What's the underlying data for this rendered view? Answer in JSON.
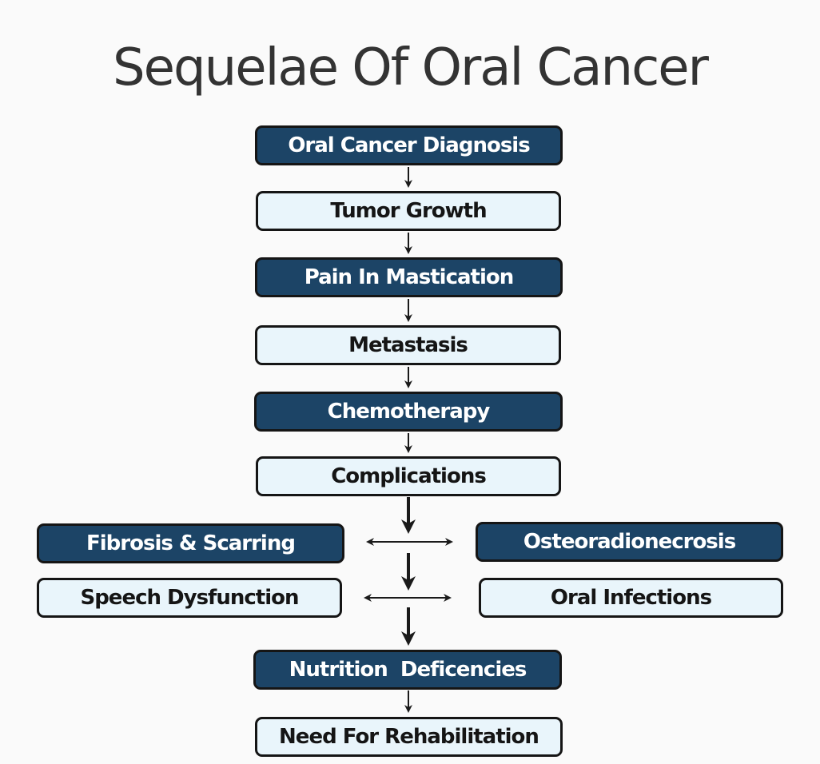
{
  "title": "Sequelae Of Oral Cancer",
  "colors": {
    "dark_box": "#1c4466",
    "light_box": "#e9f5fb",
    "border": "#151515",
    "title_text": "#333333"
  },
  "flow": [
    {
      "label": "Oral Cancer Diagnosis",
      "style": "dark"
    },
    {
      "label": "Tumor Growth",
      "style": "light"
    },
    {
      "label": "Pain In Mastication",
      "style": "dark"
    },
    {
      "label": "Metastasis",
      "style": "light"
    },
    {
      "label": "Chemotherapy",
      "style": "dark"
    },
    {
      "label": "Complications",
      "style": "light"
    }
  ],
  "branches": {
    "left": [
      {
        "label": "Fibrosis & Scarring",
        "style": "dark"
      },
      {
        "label": "Speech Dysfunction",
        "style": "light"
      }
    ],
    "right": [
      {
        "label": "Osteoradionecrosis",
        "style": "dark"
      },
      {
        "label": "Oral Infections",
        "style": "light"
      }
    ]
  },
  "outcomes": [
    {
      "label": "Nutrition  Deficencies",
      "style": "dark"
    },
    {
      "label": "Need For Rehabilitation",
      "style": "light"
    }
  ]
}
